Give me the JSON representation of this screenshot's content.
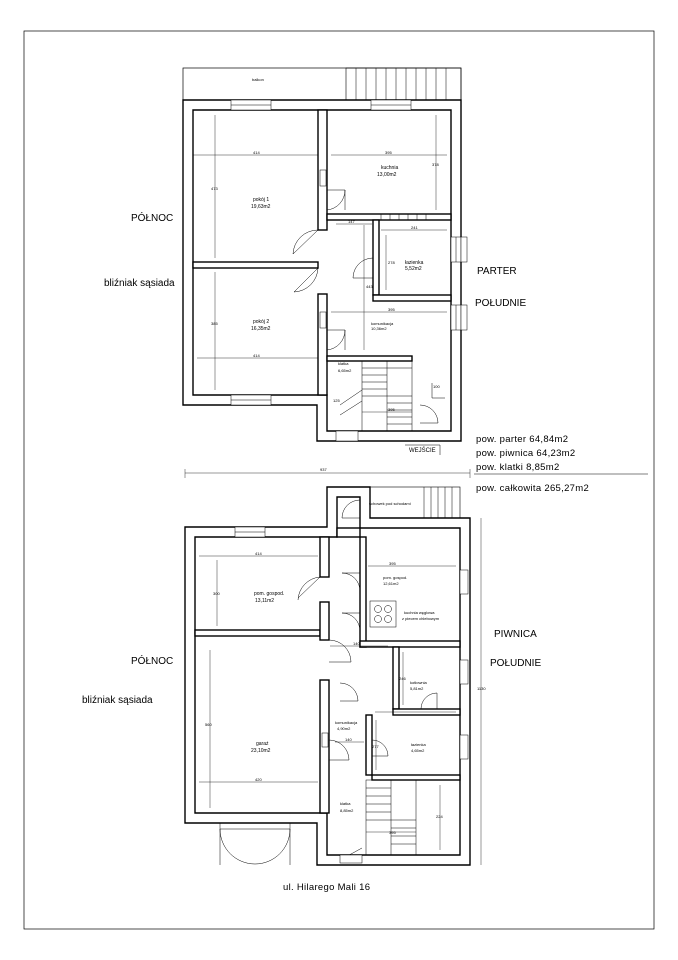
{
  "parter": {
    "balkon": "balkon",
    "pokoj1_name": "pokój 1",
    "pokoj1_area": "19,63m2",
    "pokoj2_name": "pokój 2",
    "pokoj2_area": "16,35m2",
    "kuchnia_name": "kuchnia",
    "kuchnia_area": "13,00m2",
    "lazienka_name": "łazienka",
    "lazienka_area": "5,52m2",
    "komunikacja_name": "komunikacja",
    "komunikacja_area": "10,36m2",
    "klatka_name": "klatka",
    "klatka_area": "6,65m2",
    "polnoc": "PÓŁNOC",
    "blizniak": "bliźniak sąsiada",
    "parter_label": "PARTER",
    "poludnie": "POŁUDNIE",
    "wejscie": "WEJŚCIE",
    "dims": {
      "d1": "414",
      "d2": "395",
      "d3": "473",
      "d4": "378",
      "d5": "241",
      "d6": "147",
      "d7": "278",
      "d8": "443",
      "d9": "395",
      "d10": "385",
      "d11": "414",
      "d12": "100",
      "d13": "395",
      "d14": "125"
    }
  },
  "totals": {
    "parter": "pow. parter 64,84m2",
    "piwnica": "pow. piwnica 64,23m2",
    "klatki": "pow. klatki 8,85m2",
    "calkowita": "pow. całkowita 265,27m2"
  },
  "piwnica": {
    "schowek": "schowek pod schodami",
    "gospod1_name": "pom. gospod.",
    "gospod1_area": "13,11m2",
    "gospod2_name": "pom. gospod.",
    "gospod2_area": "12,61m2",
    "kuchnia_weglowa_1": "kuchnia węglowa",
    "kuchnia_weglowa_2": "z piecem chlebowym",
    "kotlownia_name": "kotłownia",
    "kotlownia_area": "5,81m2",
    "garaz_name": "garaż",
    "garaz_area": "23,10m2",
    "komunikacja_name": "komunikacja",
    "komunikacja_area": "4,90m2",
    "lazienka_name": "łazienka",
    "lazienka_area": "4,65m2",
    "klatka_name": "klatka",
    "klatka_area": "8,85m2",
    "polnoc": "PÓŁNOC",
    "blizniak": "bliźniak sąsiada",
    "piwnica_label": "PIWNICA",
    "poludnie": "POŁUDNIE",
    "dims": {
      "d1": "937",
      "d2": "414",
      "d3": "395",
      "d4": "300",
      "d5": "140",
      "d6": "140",
      "d7": "560",
      "d8": "420",
      "d9": "246",
      "d10": "277",
      "d11": "395",
      "d12": "224",
      "d13": "1130"
    }
  },
  "address": "ul. Hilarego Mali 16"
}
